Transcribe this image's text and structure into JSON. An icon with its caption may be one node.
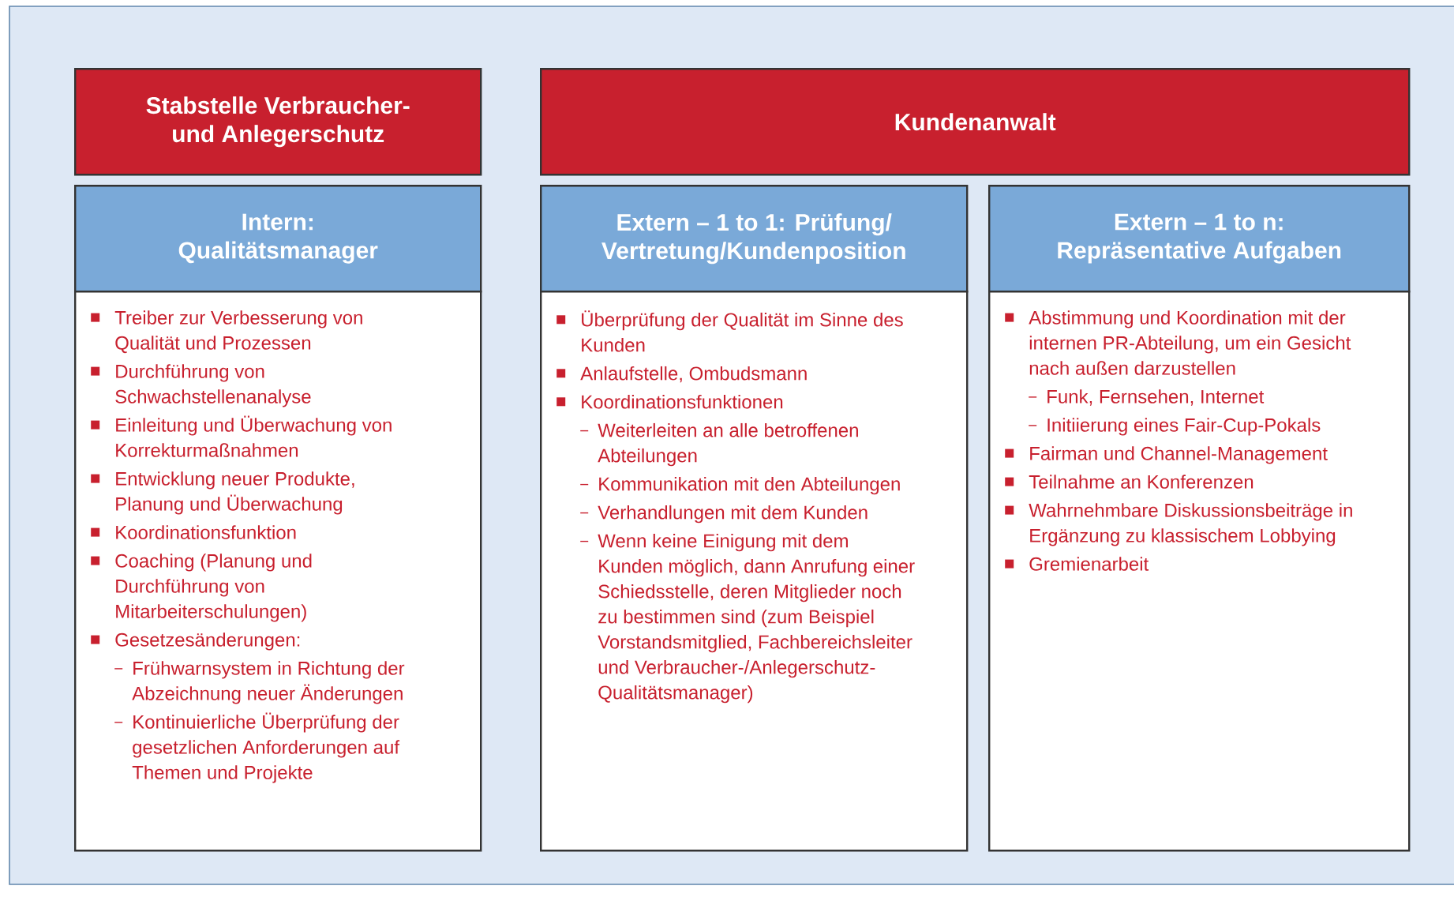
{
  "diagram": {
    "nodes": [
      {
        "text": [
          "Stabstelle Verbraucher- und Anlegerschutz"
        ]
      },
      {
        "text": [
          "Kundenanwalt"
        ]
      },
      {
        "text": [
          "Intern: Qualitätsmanager"
        ]
      },
      {
        "text": [
          "Extern – 1 to 1: Prüfung/ Vertretung/Kundenposition"
        ]
      },
      {
        "text": [
          "Extern – 1 to n: Repräsentative Aufgaben"
        ]
      },
      {
        "text": [
          "Treiber zur Verbesserung von Qualität und Prozessen",
          "Durchführung von Schwachstellenanalyse",
          "Einleitung und Überwachung von Korrekturmaßnahmen",
          "Entwicklung neuer Produkte, Planung und Überwachung",
          "Koordinationsfunktion",
          "Coaching (Planung und Durchführung von Mitarbeiterschulungen)",
          "Gesetzesänderungen:",
          "Frühwarnsystem in Richtung der Abzeichnung neuer Änderungen",
          "Kontinuierliche Überprüfung der gesetzlichen Anforderungen auf Themen und Projekte"
        ]
      },
      {
        "text": [
          "Überprüfung der Qualität im Sinne des Kunden",
          "Anlaufstelle, Ombudsmann",
          "Koordinationsfunktionen",
          "Weiterleiten an alle betroffenen Abteilungen",
          "Kommunikation mit den Abteilungen",
          "Verhandlungen mit dem Kunden",
          "Wenn keine Einigung mit dem Kunden möglich, dann Anrufung einer Schiedsstelle, deren Mitglieder noch zu bestimmen sind (zum Beispiel Vorstandsmitglied, Fachbereichsleiter und Verbraucher-/Anlegerschutz-Qualitätsmanager)"
        ]
      },
      {
        "text": [
          "Abstimmung und Koordination mit der internen PR-Abteilung, um ein Gesicht nach außen darzustellen",
          "Funk, Fernsehen, Internet",
          "Initiierung eines Fair-Cup-Pokals",
          "Fairman und Channel-Management",
          "Teilnahme an Konferenzen",
          "Wahrnehmbare Diskussionsbeiträge in Ergänzung zu klassischem Lobbying",
          "Gremienarbeit"
        ]
      }
    ]
  }
}
